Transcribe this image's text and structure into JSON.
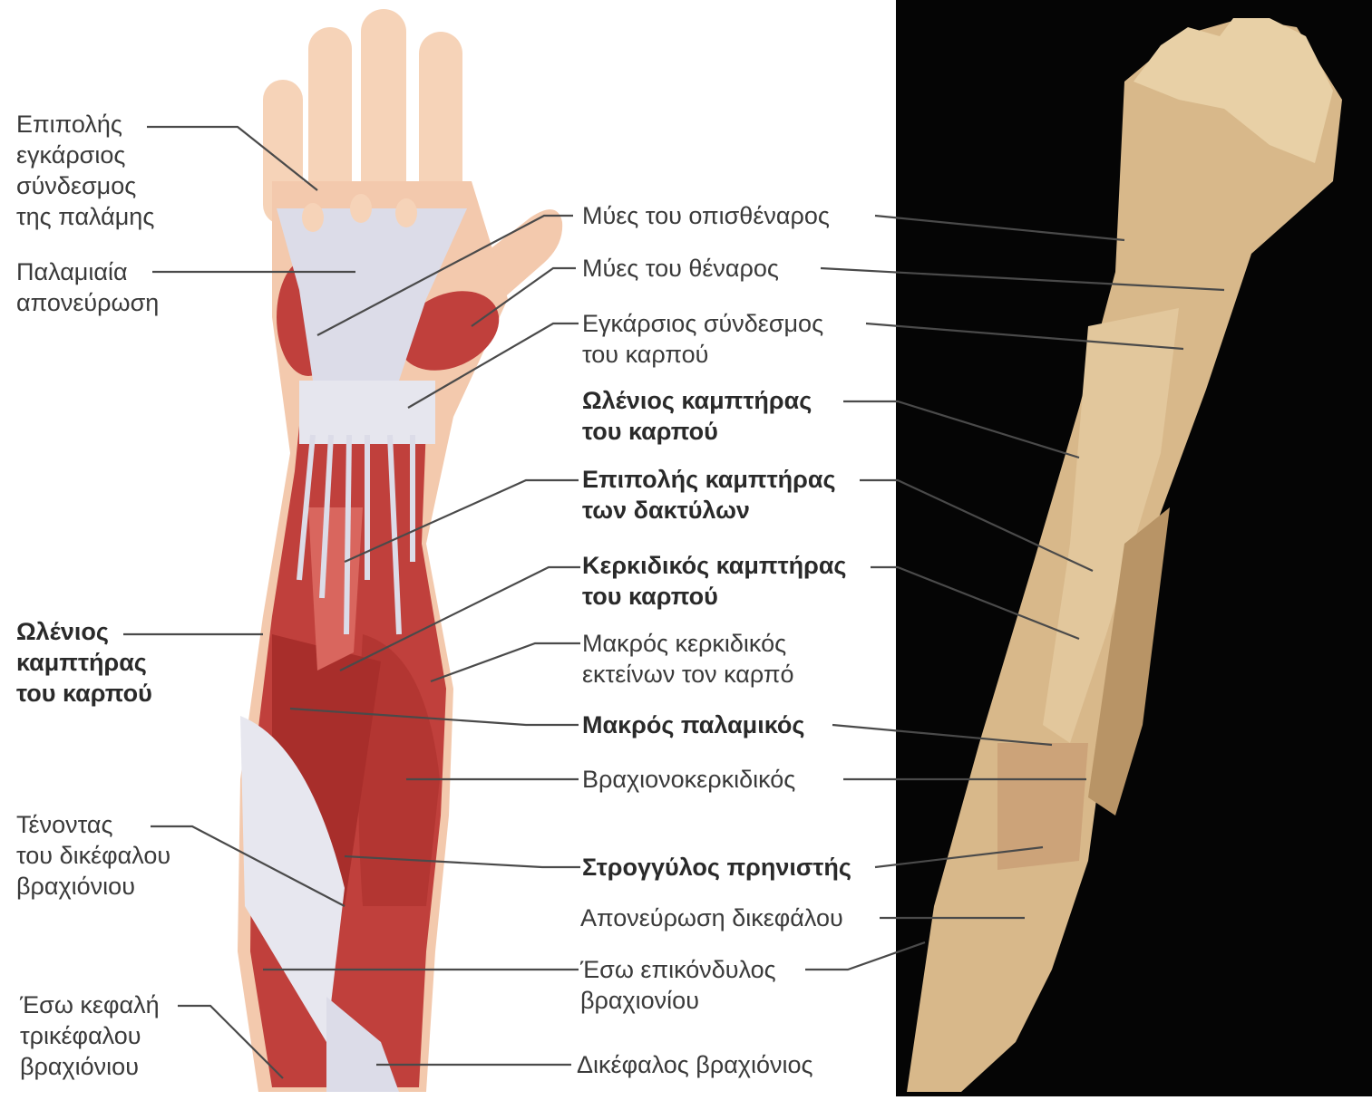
{
  "left_labels": [
    {
      "id": "superficial-transverse-ligament",
      "lines": [
        "Επιπολής",
        "εγκάρσιος",
        "σύνδεσμος",
        "της παλάμης"
      ],
      "bold": false
    },
    {
      "id": "palmar-aponeurosis",
      "lines": [
        "Παλαμιαία",
        "απονεύρωση"
      ],
      "bold": false
    },
    {
      "id": "flexor-carpi-ulnaris-left",
      "lines": [
        "Ωλένιος",
        "καμπτήρας",
        "του καρπού"
      ],
      "bold": true
    },
    {
      "id": "biceps-tendon",
      "lines": [
        "Τένοντας",
        "του δικέφαλου",
        "βραχιόνιου"
      ],
      "bold": false
    },
    {
      "id": "triceps-medial-head",
      "lines": [
        "Έσω κεφαλή",
        "τρικέφαλου",
        "βραχιόνιου"
      ],
      "bold": false
    }
  ],
  "center_labels": [
    {
      "id": "hypothenar-muscles",
      "lines": [
        "Μύες του οπισθέναρος"
      ],
      "bold": false
    },
    {
      "id": "thenar-muscles",
      "lines": [
        "Μύες του θέναρος"
      ],
      "bold": false
    },
    {
      "id": "transverse-carpal-ligament",
      "lines": [
        "Εγκάρσιος σύνδεσμος",
        "του καρπού"
      ],
      "bold": false
    },
    {
      "id": "flexor-carpi-ulnaris",
      "lines": [
        "Ωλένιος καμπτήρας",
        "του καρπού"
      ],
      "bold": true
    },
    {
      "id": "flexor-digitorum-superficialis",
      "lines": [
        "Επιπολής καμπτήρας",
        "των δακτύλων"
      ],
      "bold": true
    },
    {
      "id": "flexor-carpi-radialis",
      "lines": [
        "Κερκιδικός καμπτήρας",
        "του καρπού"
      ],
      "bold": true
    },
    {
      "id": "extensor-carpi-radialis-longus",
      "lines": [
        "Μακρός κερκιδικός",
        "εκτείνων τον καρπό"
      ],
      "bold": false
    },
    {
      "id": "palmaris-longus",
      "lines": [
        "Μακρός παλαμικός"
      ],
      "bold": true
    },
    {
      "id": "brachioradialis",
      "lines": [
        "Βραχιονοκερκιδικός"
      ],
      "bold": false
    },
    {
      "id": "pronator-teres",
      "lines": [
        "Στρογγύλος πρηνιστής"
      ],
      "bold": true
    },
    {
      "id": "bicipital-aponeurosis",
      "lines": [
        "Απονεύρωση δικεφάλου"
      ],
      "bold": false
    },
    {
      "id": "medial-epicondyle",
      "lines": [
        "Έσω επικόνδυλος",
        "βραχιονίου"
      ],
      "bold": false
    },
    {
      "id": "biceps-brachii",
      "lines": [
        "Δικέφαλος βραχιόνιος"
      ],
      "bold": false
    }
  ],
  "colors": {
    "muscle": "#c0403c",
    "muscle_dark": "#9a2a28",
    "muscle_light": "#d9665e",
    "tendon": "#dcdce8",
    "skin": "#f3c9ad",
    "finger": "#f6d3b8",
    "cadaver": "#d8b88a",
    "cadaver_dark": "#b89466",
    "photo_bg": "#050505",
    "leader": "#4a4a4a"
  }
}
